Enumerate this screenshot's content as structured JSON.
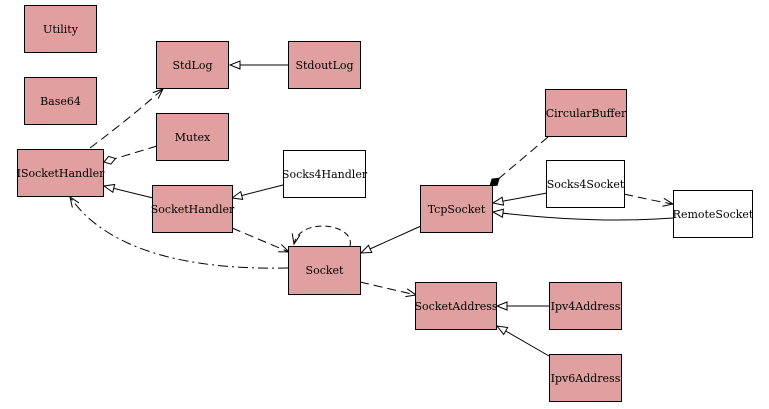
{
  "colors": {
    "class_fill": "#e0a0a0",
    "external_fill": "#ffffff",
    "line": "#000000"
  },
  "nodes": {
    "utility": "Utility",
    "base64": "Base64",
    "stdlog": "StdLog",
    "stdoutlog": "StdoutLog",
    "mutex": "Mutex",
    "isockethandler": "ISocketHandler",
    "sockethandler": "SocketHandler",
    "socks4handler": "Socks4Handler",
    "socket": "Socket",
    "tcpsocket": "TcpSocket",
    "circularbuffer": "CircularBuffer",
    "socks4socket": "Socks4Socket",
    "remotesocket": "RemoteSocket",
    "socketaddress": "SocketAddress",
    "ipv4address": "Ipv4Address",
    "ipv6address": "Ipv6Address"
  }
}
